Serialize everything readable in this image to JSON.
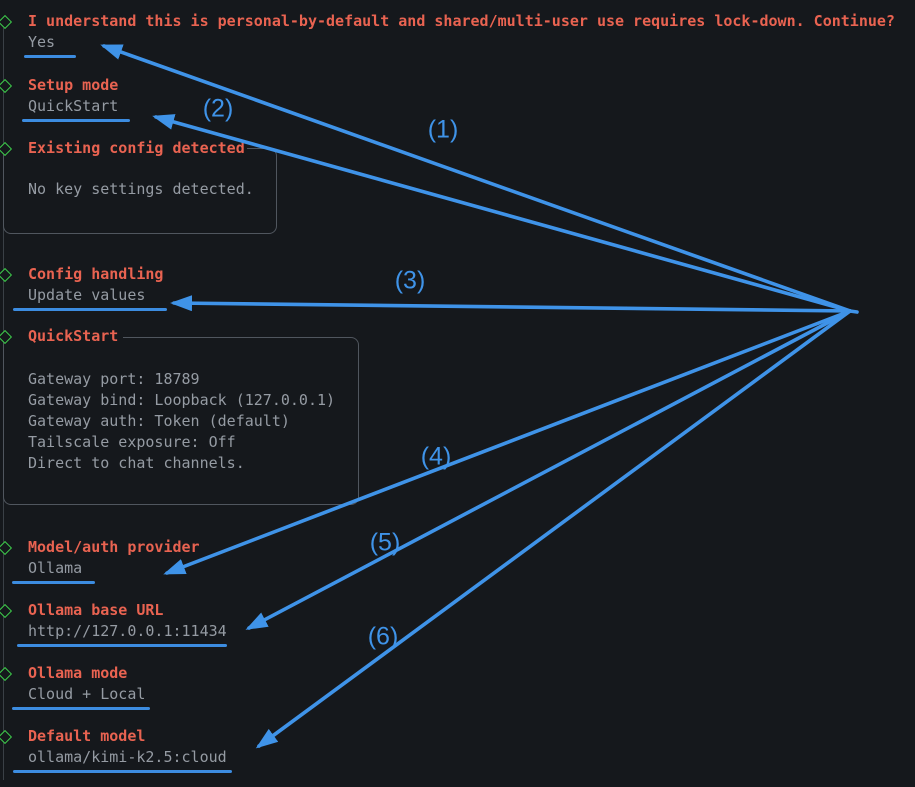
{
  "colors": {
    "background": "#15181c",
    "label": "#e96351",
    "answer": "#959ba3",
    "accent_blue": "#3f93e8",
    "underline_blue": "#3c8ce0",
    "diamond_green": "#3ecb4b",
    "border_gray": "#50565e",
    "spine_gray": "#3a4046"
  },
  "prompts": [
    {
      "label": "I understand this is personal-by-default and shared/multi-user use requires lock-down. Continue?",
      "answer": "Yes"
    },
    {
      "label": "Setup mode",
      "answer": "QuickStart"
    },
    {
      "label": "Existing config detected",
      "lines": [
        "No key settings detected."
      ]
    },
    {
      "label": "Config handling",
      "answer": "Update values"
    },
    {
      "label": "QuickStart",
      "lines": [
        "Gateway port: 18789",
        "Gateway bind: Loopback (127.0.0.1)",
        "Gateway auth: Token (default)",
        "Tailscale exposure: Off",
        "Direct to chat channels."
      ]
    },
    {
      "label": "Model/auth provider",
      "answer": "Ollama"
    },
    {
      "label": "Ollama base URL",
      "answer": "http://127.0.0.1:11434"
    },
    {
      "label": "Ollama mode",
      "answer": "Cloud + Local"
    },
    {
      "label": "Default model",
      "answer": "ollama/kimi-k2.5:cloud"
    }
  ],
  "annotations": {
    "labels": [
      "(1)",
      "(2)",
      "(3)",
      "(4)",
      "(5)",
      "(6)"
    ]
  }
}
